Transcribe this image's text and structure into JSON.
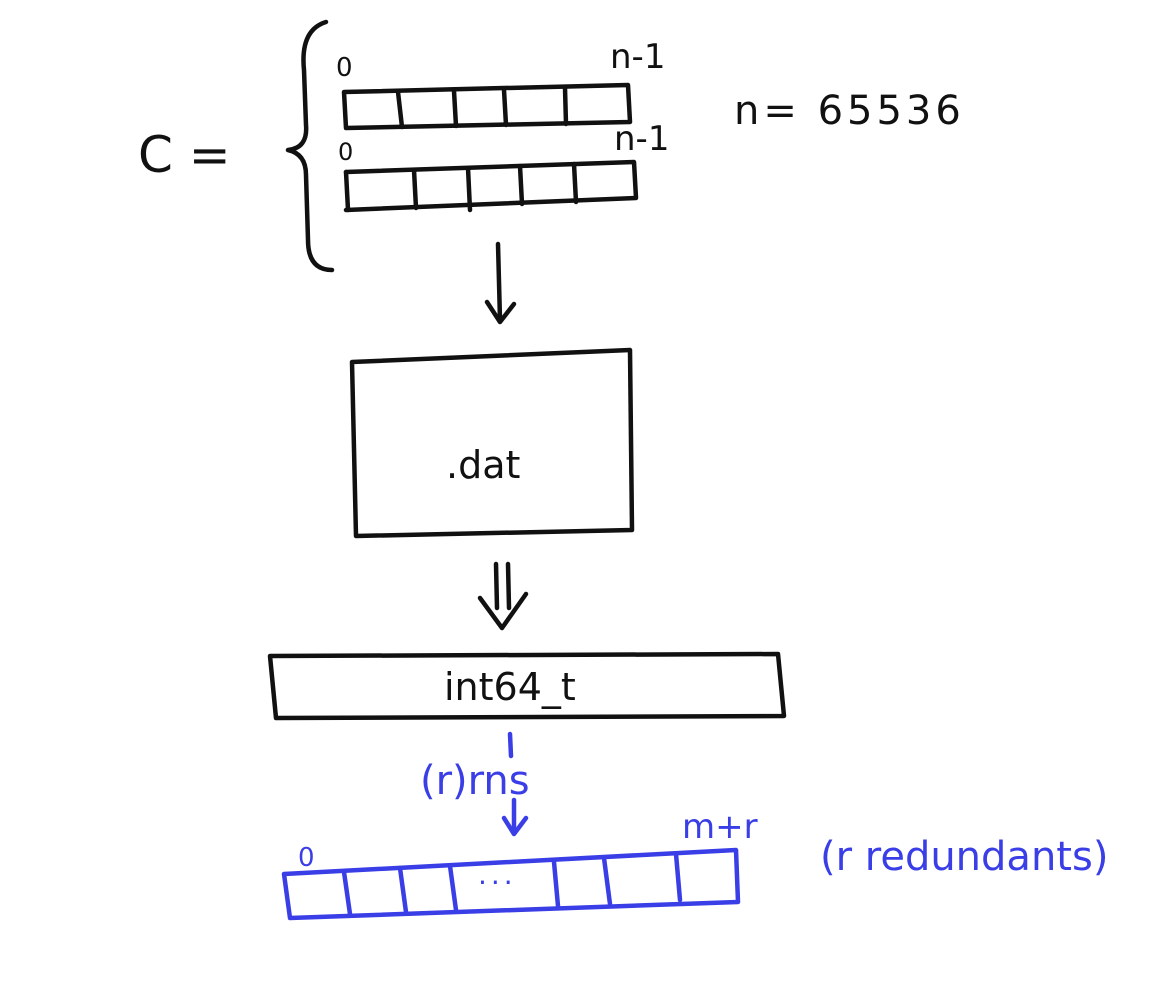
{
  "colors": {
    "ink": "#111111",
    "accent": "#3a3ee6",
    "background": "#ffffff"
  },
  "set": {
    "label": "C =",
    "n_equation": "n= 65536",
    "array_top": {
      "start_index": "0",
      "end_index": "n-1"
    },
    "array_bottom": {
      "start_index": "0",
      "end_index": "n-1"
    }
  },
  "file_box": {
    "label": ".dat"
  },
  "int_bar": {
    "label": "int64_t"
  },
  "conversion": {
    "label": "(r)rns"
  },
  "residues": {
    "start_index": "0",
    "end_index": "m+r",
    "ellipsis": "...",
    "note": "(r redundants)"
  }
}
